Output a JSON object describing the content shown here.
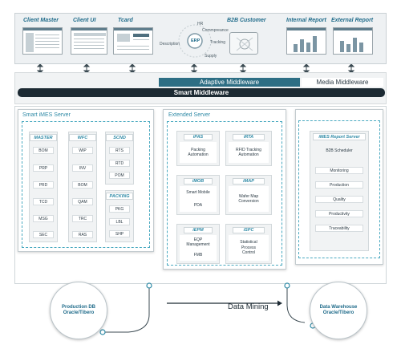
{
  "clients": [
    {
      "name": "Client Master"
    },
    {
      "name": "Client UI"
    },
    {
      "name": "Tcard"
    },
    {
      "name": "B2B Customer"
    },
    {
      "name": "Internal Report"
    },
    {
      "name": "External Report"
    }
  ],
  "erp": {
    "center": "ERP",
    "labels": [
      "HR",
      "Commpreance",
      "Description",
      "Tracking",
      "Supply"
    ]
  },
  "middleware": {
    "adaptive": "Adaptive Middleware",
    "media": "Media Middleware",
    "smart": "Smart Middleware"
  },
  "smart_imes": {
    "title": "Smart iMES Server",
    "columns": [
      {
        "title": "MASTER",
        "items": [
          "BOM",
          "PRP",
          "PRD",
          "TCD",
          "MSG",
          "SEC"
        ]
      },
      {
        "title": "WFC",
        "items": [
          "WIP",
          "INV",
          "BOM",
          "QAM",
          "TRC",
          "RAS"
        ]
      },
      {
        "title": "SCND",
        "items": [
          "RTS",
          "RTD",
          "POM"
        ]
      },
      {
        "title": "PACKING",
        "items": [
          "PKG",
          "LBL",
          "SHP"
        ]
      }
    ]
  },
  "extended": {
    "title": "Extended Server",
    "modules": [
      {
        "title": "iPAS",
        "lines": [
          "Packing",
          "Automation"
        ]
      },
      {
        "title": "iRTA",
        "lines": [
          "RFID Tracking",
          "Automation"
        ]
      },
      {
        "title": "iMOB",
        "lines": [
          "Smart Mobile",
          "PDA"
        ]
      },
      {
        "title": "iMAP",
        "lines": [
          "Wafer Map",
          "Conversion"
        ]
      },
      {
        "title": "iEPM",
        "lines": [
          "EQP",
          "Management",
          "FMB"
        ]
      },
      {
        "title": "iSPC",
        "lines": [
          "Statistical",
          "Process",
          "Control"
        ]
      }
    ]
  },
  "report_server": {
    "title": "iMES Report Server",
    "items": [
      "B2B Scheduler",
      "Monitoring",
      "Production",
      "Quality",
      "Productivity",
      "Traceability"
    ]
  },
  "bottom": {
    "production_db": [
      "Production DB",
      "Oracle/Tibero"
    ],
    "data_warehouse": [
      "Data Warehouse",
      "Oracle/Tibero"
    ],
    "data_mining": "Data Mining"
  },
  "colors": {
    "accent": "#2f8aa6",
    "adaptive_bar": "#2d6e84",
    "smart_bar": "#1c2a33",
    "dashed": "#49a9c0"
  }
}
